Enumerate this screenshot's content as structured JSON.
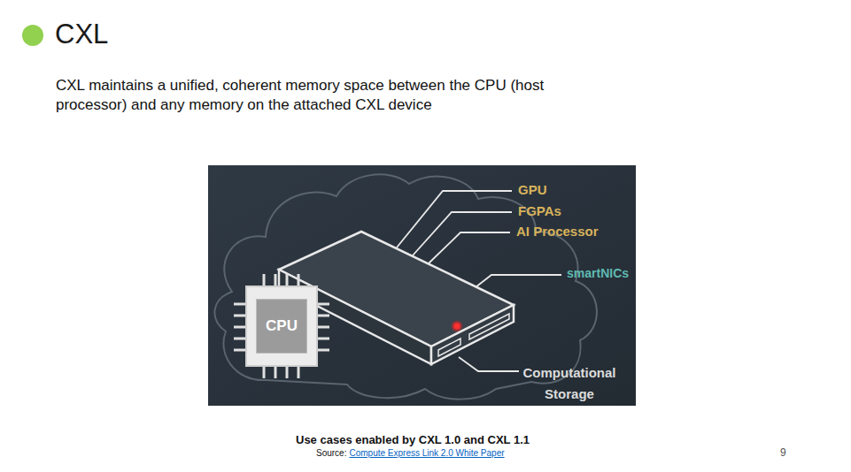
{
  "diagram": {
    "title": "CXL",
    "caption": "Use cases enabled by CXL 1.0 and CXL 1.1",
    "nodes": [
      {
        "text": [
          "CPU"
        ]
      }
    ],
    "labels": [
      "CXL maintains a unified, coherent memory space between the CPU (host processor) and any memory on the attached CXL device",
      "GPU",
      "FGPAs",
      "AI Processor",
      "smartNICs",
      "Computational Storage",
      "Source:",
      "Compute Express Link 2.0 White Paper",
      "9"
    ]
  }
}
